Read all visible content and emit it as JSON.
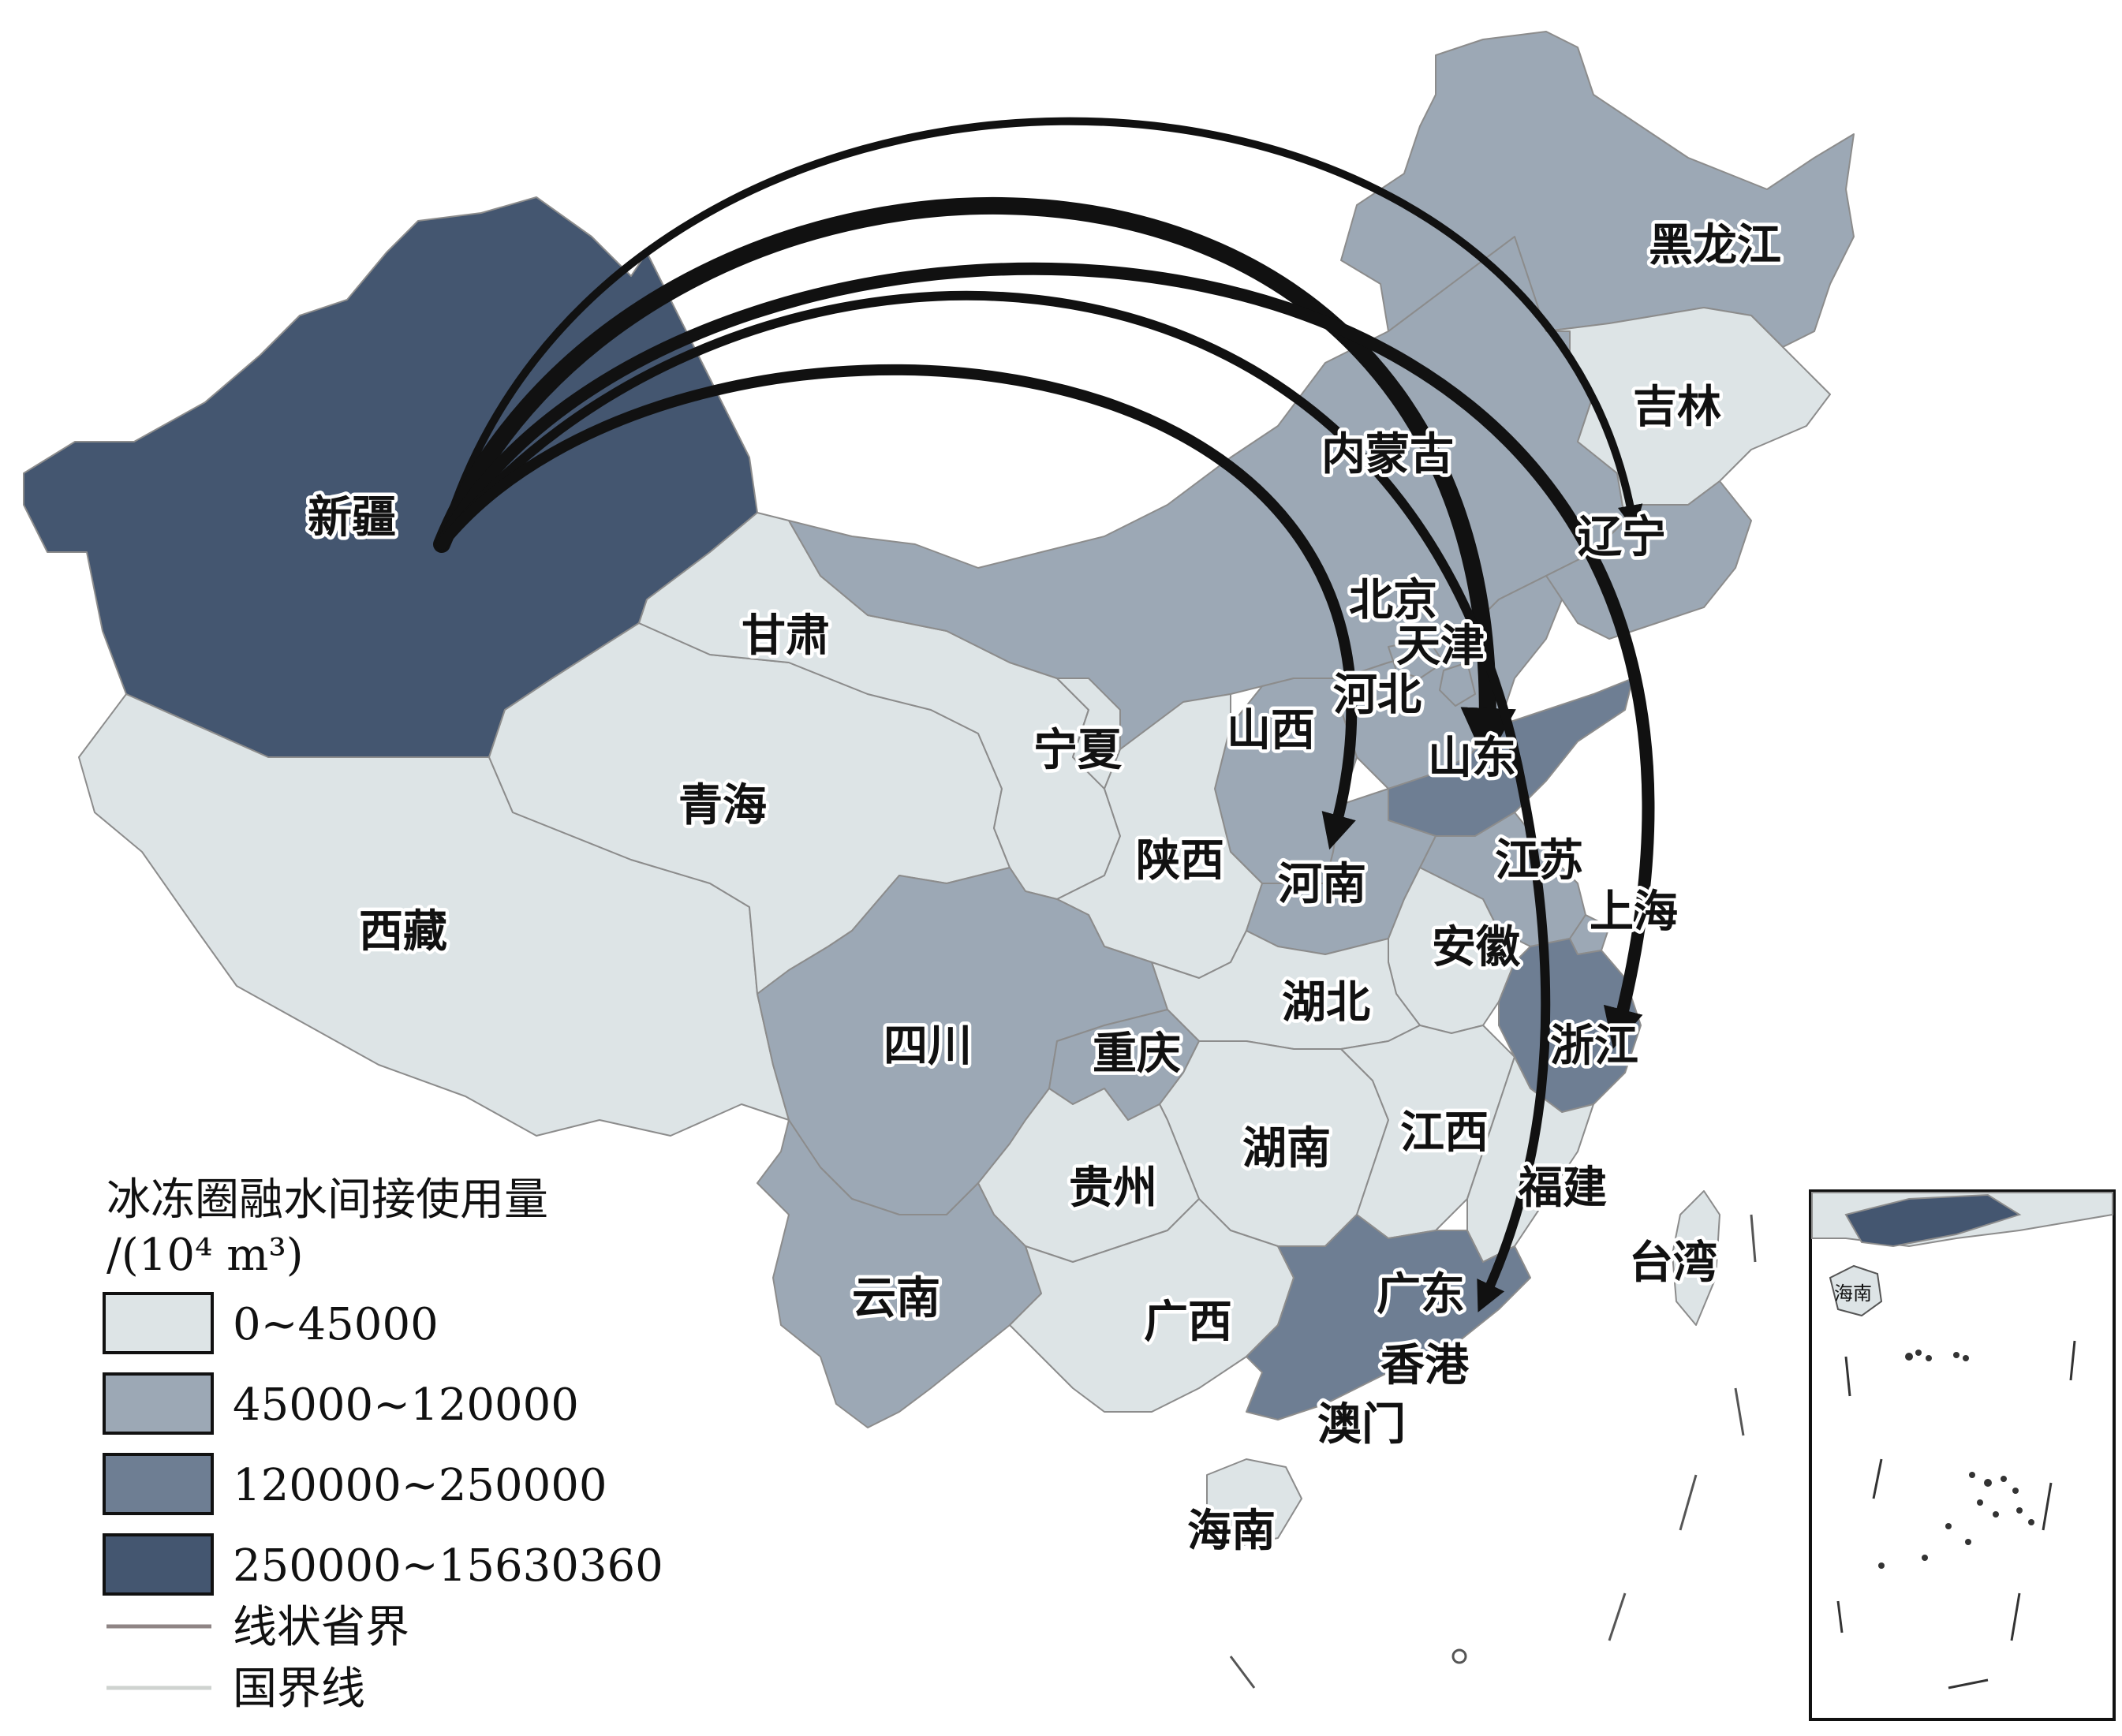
{
  "legend": {
    "title_line1": "冰冻圈融水间接使用量",
    "title_line2": "/(10⁴ m³)",
    "classes": [
      {
        "label": "0~45000",
        "color": "#dde4e6"
      },
      {
        "label": "45000~120000",
        "color": "#9ca8b5"
      },
      {
        "label": "120000~250000",
        "color": "#6e7e93"
      },
      {
        "label": "250000~15630360",
        "color": "#445670"
      }
    ],
    "lines": [
      {
        "label": "线状省界",
        "color": "#8f8585"
      },
      {
        "label": "国界线",
        "color": "#cfd3d0"
      }
    ]
  },
  "provinces": [
    {
      "id": "xinjiang",
      "label": "新疆",
      "class": 3
    },
    {
      "id": "xizang",
      "label": "西藏",
      "class": 0
    },
    {
      "id": "qinghai",
      "label": "青海",
      "class": 0
    },
    {
      "id": "gansu",
      "label": "甘肃",
      "class": 0
    },
    {
      "id": "neimenggu",
      "label": "内蒙古",
      "class": 1
    },
    {
      "id": "heilongjiang",
      "label": "黑龙江",
      "class": 1
    },
    {
      "id": "jilin",
      "label": "吉林",
      "class": 0
    },
    {
      "id": "liaoning",
      "label": "辽宁",
      "class": 1
    },
    {
      "id": "beijing",
      "label": "北京",
      "class": 1
    },
    {
      "id": "tianjin",
      "label": "天津",
      "class": 1
    },
    {
      "id": "hebei",
      "label": "河北",
      "class": 1
    },
    {
      "id": "shanxi",
      "label": "山西",
      "class": 1
    },
    {
      "id": "shandong",
      "label": "山东",
      "class": 2
    },
    {
      "id": "ningxia",
      "label": "宁夏",
      "class": 0
    },
    {
      "id": "shaanxi",
      "label": "陕西",
      "class": 0
    },
    {
      "id": "henan",
      "label": "河南",
      "class": 1
    },
    {
      "id": "jiangsu",
      "label": "江苏",
      "class": 1
    },
    {
      "id": "shanghai",
      "label": "上海",
      "class": 1
    },
    {
      "id": "anhui",
      "label": "安徽",
      "class": 0
    },
    {
      "id": "hubei",
      "label": "湖北",
      "class": 0
    },
    {
      "id": "sichuan",
      "label": "四川",
      "class": 1
    },
    {
      "id": "chongqing",
      "label": "重庆",
      "class": 1
    },
    {
      "id": "zhejiang",
      "label": "浙江",
      "class": 2
    },
    {
      "id": "hunan",
      "label": "湖南",
      "class": 0
    },
    {
      "id": "jiangxi",
      "label": "江西",
      "class": 0
    },
    {
      "id": "guizhou",
      "label": "贵州",
      "class": 0
    },
    {
      "id": "fujian",
      "label": "福建",
      "class": 0
    },
    {
      "id": "yunnan",
      "label": "云南",
      "class": 1
    },
    {
      "id": "guangxi",
      "label": "广西",
      "class": 0
    },
    {
      "id": "guangdong",
      "label": "广东",
      "class": 2
    },
    {
      "id": "xianggang",
      "label": "香港",
      "class": 2
    },
    {
      "id": "aomen",
      "label": "澳门",
      "class": 2
    },
    {
      "id": "hainan",
      "label": "海南",
      "class": 0
    },
    {
      "id": "taiwan",
      "label": "台湾",
      "class": 0
    }
  ],
  "flows": [
    {
      "from": "新疆",
      "to": "辽宁"
    },
    {
      "from": "新疆",
      "to": "山东"
    },
    {
      "from": "新疆",
      "to": "浙江"
    },
    {
      "from": "新疆",
      "to": "广东"
    },
    {
      "from": "新疆",
      "to": "河南"
    }
  ],
  "inset": {
    "label": "海南"
  }
}
